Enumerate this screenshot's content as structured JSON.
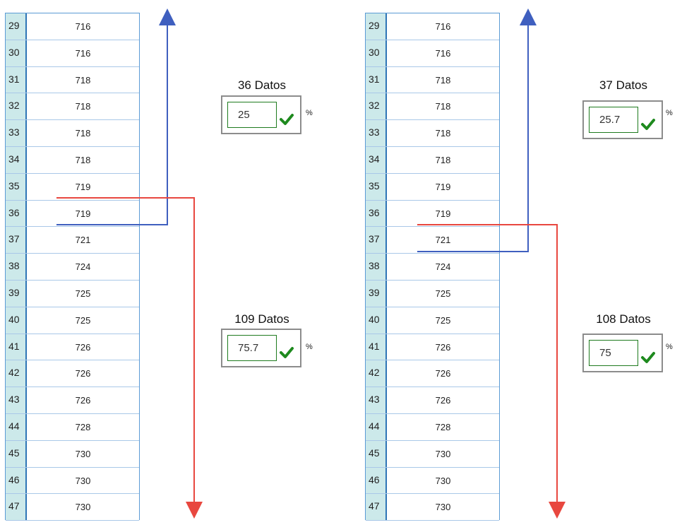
{
  "panels": [
    {
      "rows": [
        {
          "index": "29",
          "value": "716"
        },
        {
          "index": "30",
          "value": "716"
        },
        {
          "index": "31",
          "value": "718"
        },
        {
          "index": "32",
          "value": "718"
        },
        {
          "index": "33",
          "value": "718"
        },
        {
          "index": "34",
          "value": "718"
        },
        {
          "index": "35",
          "value": "719"
        },
        {
          "index": "36",
          "value": "719"
        },
        {
          "index": "37",
          "value": "721"
        },
        {
          "index": "38",
          "value": "724"
        },
        {
          "index": "39",
          "value": "725"
        },
        {
          "index": "40",
          "value": "725"
        },
        {
          "index": "41",
          "value": "726"
        },
        {
          "index": "42",
          "value": "726"
        },
        {
          "index": "43",
          "value": "726"
        },
        {
          "index": "44",
          "value": "728"
        },
        {
          "index": "45",
          "value": "730"
        },
        {
          "index": "46",
          "value": "730"
        },
        {
          "index": "47",
          "value": "730"
        }
      ],
      "upper": {
        "title": "36 Datos",
        "value": "25",
        "unit": "%"
      },
      "lower": {
        "title": "109 Datos",
        "value": "75.7",
        "unit": "%"
      }
    },
    {
      "rows": [
        {
          "index": "29",
          "value": "716"
        },
        {
          "index": "30",
          "value": "716"
        },
        {
          "index": "31",
          "value": "718"
        },
        {
          "index": "32",
          "value": "718"
        },
        {
          "index": "33",
          "value": "718"
        },
        {
          "index": "34",
          "value": "718"
        },
        {
          "index": "35",
          "value": "719"
        },
        {
          "index": "36",
          "value": "719"
        },
        {
          "index": "37",
          "value": "721"
        },
        {
          "index": "38",
          "value": "724"
        },
        {
          "index": "39",
          "value": "725"
        },
        {
          "index": "40",
          "value": "725"
        },
        {
          "index": "41",
          "value": "726"
        },
        {
          "index": "42",
          "value": "726"
        },
        {
          "index": "43",
          "value": "726"
        },
        {
          "index": "44",
          "value": "728"
        },
        {
          "index": "45",
          "value": "730"
        },
        {
          "index": "46",
          "value": "730"
        },
        {
          "index": "47",
          "value": "730"
        }
      ],
      "upper": {
        "title": "37 Datos",
        "value": "25.7",
        "unit": "%"
      },
      "lower": {
        "title": "108 Datos",
        "value": "75",
        "unit": "%"
      }
    }
  ],
  "colors": {
    "up_arrow": "#3f5fbf",
    "down_arrow": "#e8473f",
    "check": "#1e8a1e",
    "index_bg": "#cce9ea"
  }
}
